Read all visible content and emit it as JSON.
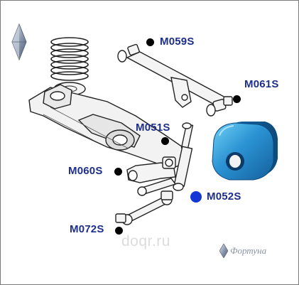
{
  "labels": {
    "m059s": "M059S",
    "m061s": "M061S",
    "m051s": "M051S",
    "m060s": "M060S",
    "m052s": "M052S",
    "m072s": "M072S"
  },
  "watermark": "doqr.ru",
  "brand": {
    "name": "Фортуна",
    "logo_icon": "diamond-logo-icon"
  },
  "colors": {
    "label_text": "#1e2f8a",
    "highlight_dot": "#1536d6",
    "bushing_blue": "#2a8fd0"
  }
}
